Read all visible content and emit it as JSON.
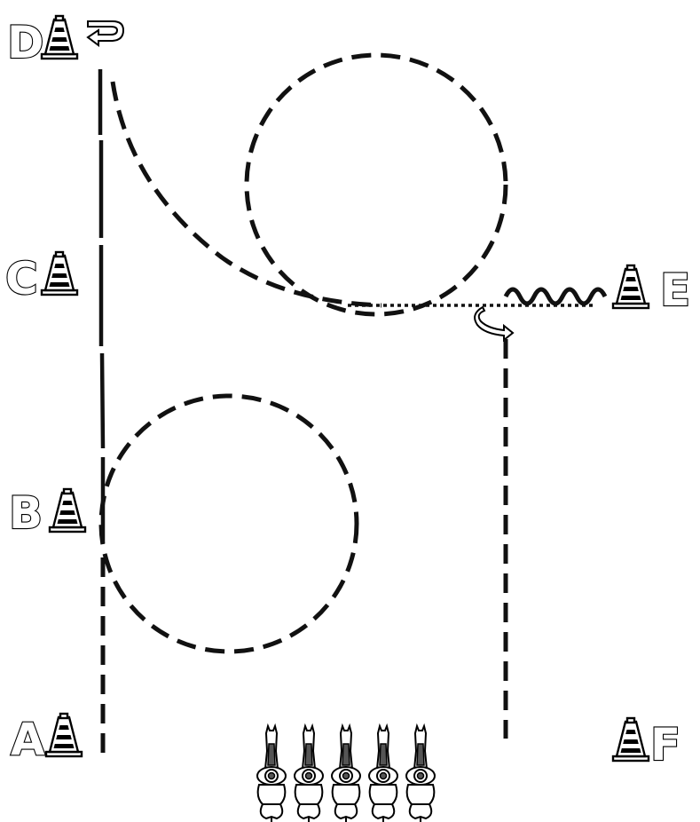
{
  "markers": {
    "a": "A",
    "b": "B",
    "c": "C",
    "d": "D",
    "e": "E",
    "f": "F"
  },
  "icons": {
    "cone": "traffic-cone-icon",
    "turn": "u-turn-arrow-icon",
    "horse": "horse-and-rider-icon"
  },
  "colors": {
    "line": "#111111",
    "background": "#ffffff"
  }
}
